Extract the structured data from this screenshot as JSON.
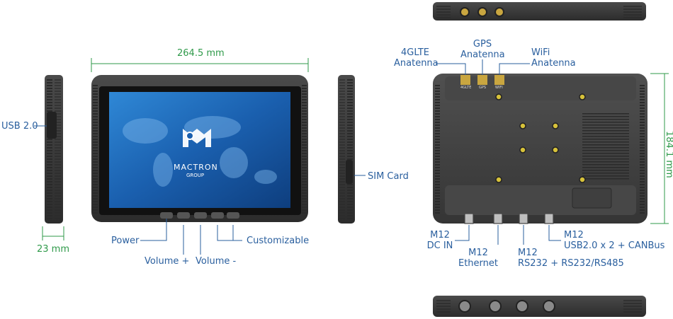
{
  "front": {
    "width_label": "264.5 mm",
    "logo_text": "MACTRON",
    "logo_sub": "GROUP"
  },
  "side_left": {
    "usb_label": "USB 2.0",
    "depth_label": "23 mm"
  },
  "side_right": {
    "sim_label": "SIM Card"
  },
  "buttons": {
    "power": "Power",
    "volume_plus": "Volume +",
    "volume_minus": "Volume -",
    "customizable": "Customizable"
  },
  "back": {
    "height_label": "184.1 mm",
    "antenna_4g": [
      "4GLTE",
      "Anatenna"
    ],
    "antenna_gps": [
      "GPS",
      "Anatenna"
    ],
    "antenna_wifi": [
      "WiFi",
      "Anatenna"
    ],
    "antenna_tags": [
      "4GLTE",
      "GPS",
      "WIFI"
    ],
    "m12_dc": [
      "M12",
      "DC IN"
    ],
    "m12_ethernet": [
      "M12",
      "Ethernet"
    ],
    "m12_rs232": [
      "M12",
      "RS232 + RS232/RS485"
    ],
    "m12_usb": [
      "M12",
      "USB2.0 x 2 + CANBus"
    ]
  },
  "colors": {
    "label": "#2a5f9e",
    "dimension": "#2f9a4a",
    "body": "#3b3b3b",
    "screen": "#1a5fae"
  }
}
